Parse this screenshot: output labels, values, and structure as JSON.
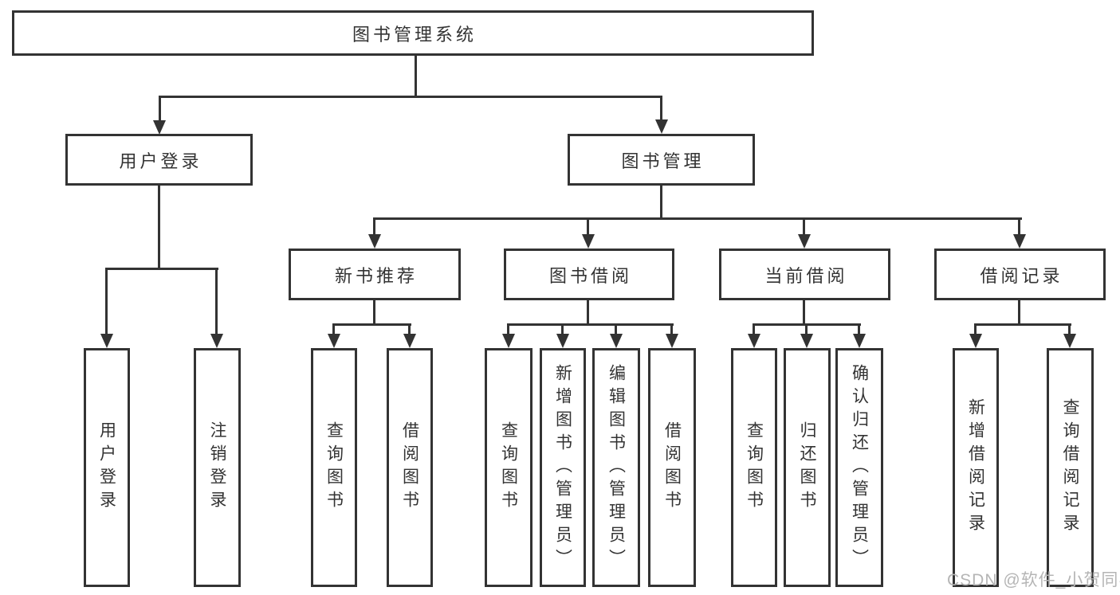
{
  "diagram": {
    "root": "图书管理系统",
    "login_branch": {
      "label": "用户登录",
      "children": [
        "用户登录",
        "注销登录"
      ]
    },
    "mgmt_branch": {
      "label": "图书管理",
      "groups": [
        {
          "label": "新书推荐",
          "children": [
            "查询图书",
            "借阅图书"
          ]
        },
        {
          "label": "图书借阅",
          "children": [
            "查询图书",
            "新增图书（管理员）",
            "编辑图书（管理员）",
            "借阅图书"
          ]
        },
        {
          "label": "当前借阅",
          "children": [
            "查询图书",
            "归还图书",
            "确认归还（管理员）"
          ]
        },
        {
          "label": "借阅记录",
          "children": [
            "新增借阅记录",
            "查询借阅记录"
          ]
        }
      ]
    }
  },
  "colors": {
    "line": "#333333",
    "box_border": "#333333",
    "box_background": "#ffffff",
    "text": "#333333",
    "watermark": "#b5b5b5"
  },
  "watermark": "CSDN @软件_小贺同学"
}
